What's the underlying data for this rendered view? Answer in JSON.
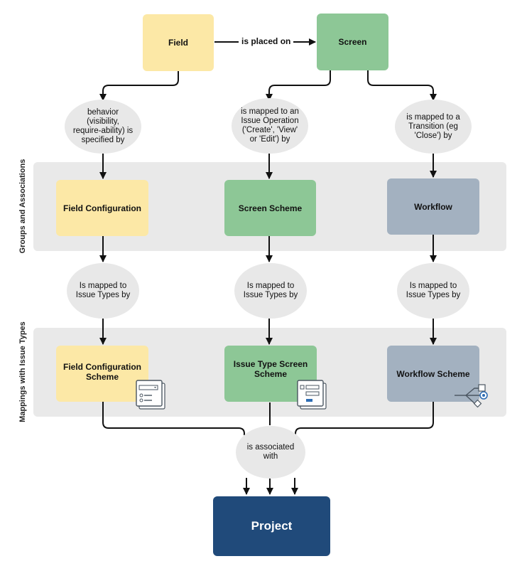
{
  "bands": {
    "groups_label": "Groups and Associations",
    "mappings_label": "Mappings with Issue Types"
  },
  "nodes": {
    "field": "Field",
    "screen": "Screen",
    "field_configuration": "Field Configuration",
    "screen_scheme": "Screen Scheme",
    "workflow": "Workflow",
    "field_configuration_scheme": "Field Configuration Scheme",
    "issue_type_screen_scheme": "Issue Type Screen Scheme",
    "workflow_scheme": "Workflow Scheme",
    "project": "Project"
  },
  "edges": {
    "field_to_screen": "is placed on",
    "behavior": "behavior (visibility, require-ability) is specified by",
    "issue_operation": "is mapped to an Issue Operation ('Create', 'View' or 'Edit') by",
    "transition": "is mapped to a Transition (eg 'Close') by",
    "issue_types_1": "Is mapped to Issue Types by",
    "issue_types_2": "Is mapped to Issue Types by",
    "issue_types_3": "Is mapped to Issue Types by",
    "associated": "is associated with"
  },
  "icons": {
    "field_config_scheme_icon": "form-fields-icon",
    "issue_type_screen_scheme_icon": "screen-layout-icon",
    "workflow_scheme_icon": "workflow-branch-icon"
  },
  "colors": {
    "field": "#fce8a6",
    "screen": "#8dc796",
    "workflow": "#a3b1c0",
    "project": "#204a7a",
    "band": "#e9e9e9",
    "bubble": "#e8e8e8"
  }
}
